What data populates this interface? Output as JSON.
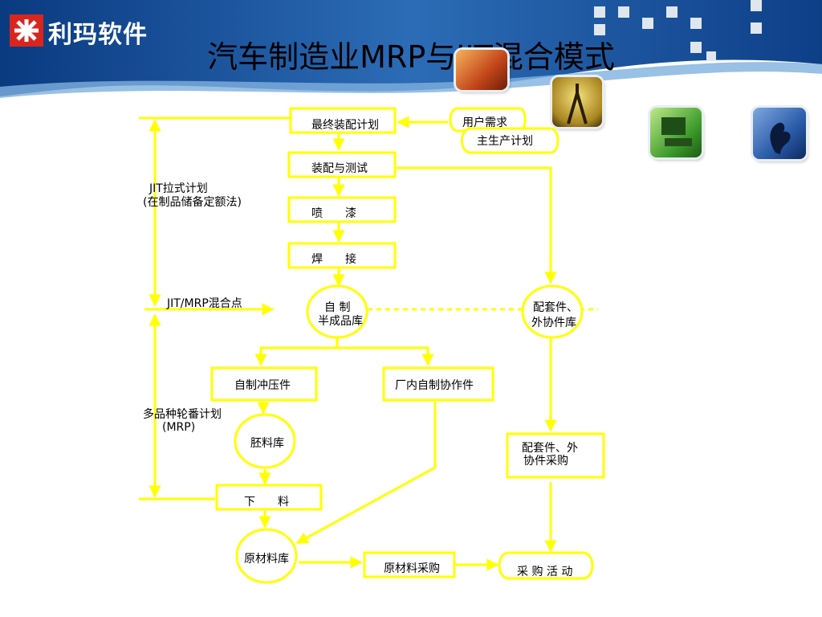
{
  "header": {
    "logo_text": "利玛软件",
    "title": "汽车制造业MRP与JIT混合模式"
  },
  "colors": {
    "flow": "#ffff00",
    "banner_dark": "#0d3f87",
    "logo_red": "#d8261f"
  },
  "icons": [
    "fire-photo-icon",
    "worker-photo-icon",
    "computer-icon",
    "hand-icon"
  ],
  "diagram": {
    "nodes": {
      "final_assembly_plan": "最终装配计划",
      "user_demand": "用户需求",
      "master_schedule": "主生产计划",
      "assembly_test": "装配与测试",
      "painting": "喷　　漆",
      "welding": "焊　　接",
      "semi_store_line1": "自 制",
      "semi_store_line2": "半成品库",
      "parts_store_line1": "配套件、",
      "parts_store_line2": "外协件库",
      "self_stamping": "自制冲压件",
      "inhouse_coop": "厂内自制协作件",
      "blank_store": "胚料库",
      "parts_purchase_line1": "配套件、外",
      "parts_purchase_line2": "协件采购",
      "cutting": "下　　料",
      "raw_store": "原材料库",
      "raw_purchase": "原材料采购",
      "purchasing": "采 购 活 动"
    },
    "annotations": {
      "jit_pull_line1": "JIT拉式计划",
      "jit_pull_line2": "(在制品储备定额法)",
      "mix_point": "JIT/MRP混合点",
      "mrp_line1": "多品种轮番计划",
      "mrp_line2": "(MRP)"
    }
  }
}
